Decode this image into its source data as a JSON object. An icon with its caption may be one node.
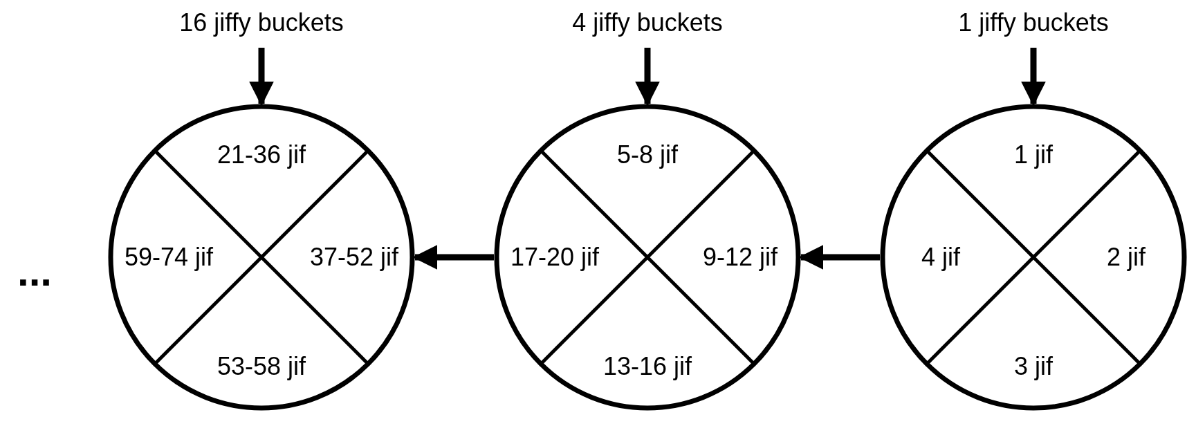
{
  "diagram": {
    "nodes": [
      {
        "text": [
          "16 jiffy buckets"
        ]
      },
      {
        "text": [
          "4 jiffy buckets"
        ]
      },
      {
        "text": [
          "1 jiffy buckets"
        ]
      },
      {
        "text": [
          "21-36 jif",
          "59-74 jif",
          "37-52 jif",
          "53-58 jif"
        ]
      },
      {
        "text": [
          "5-8 jif",
          "17-20 jif",
          "9-12 jif",
          "13-16 jif"
        ]
      },
      {
        "text": [
          "1 jif",
          "4 jif",
          "2 jif",
          "3 jif"
        ]
      }
    ],
    "edges": [
      {
        "from": 0,
        "to": 3,
        "arrow": "to"
      },
      {
        "from": 1,
        "to": 4,
        "arrow": "to"
      },
      {
        "from": 2,
        "to": 5,
        "arrow": "to"
      },
      {
        "from": 5,
        "to": 4,
        "arrow": "to"
      },
      {
        "from": 4,
        "to": 3,
        "arrow": "to"
      }
    ],
    "labels": [
      "..."
    ]
  }
}
